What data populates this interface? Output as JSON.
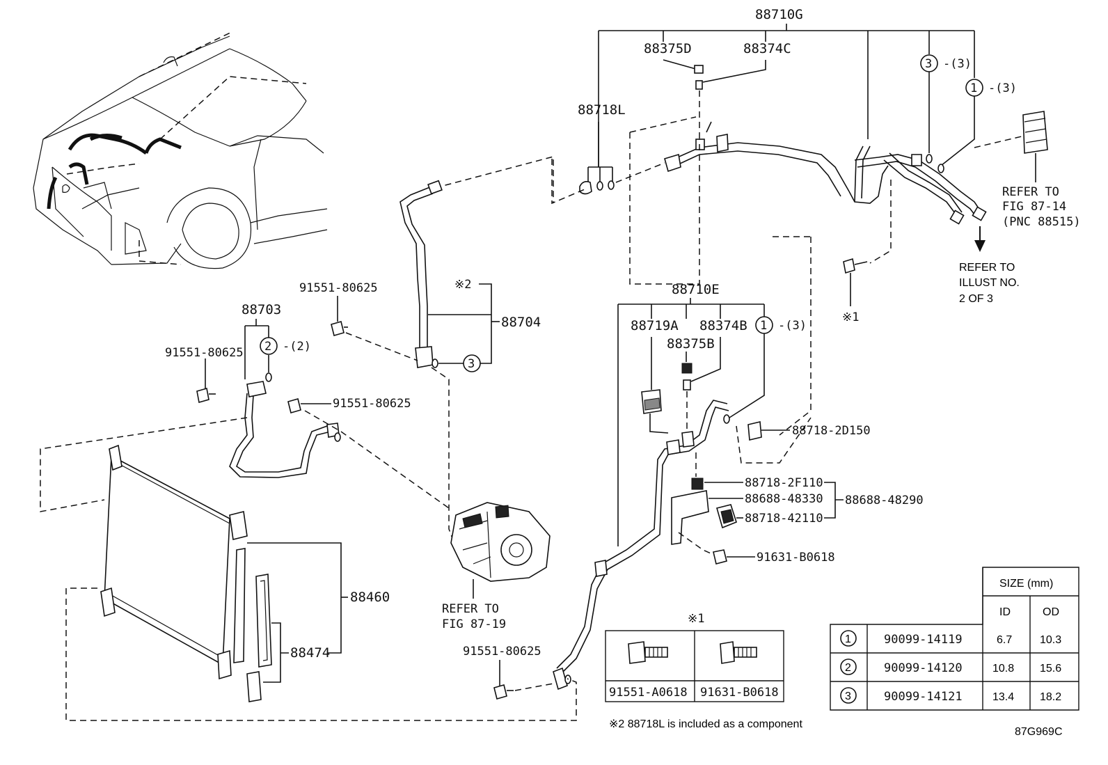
{
  "labels": {
    "p88710G": "88710G",
    "p88375D": "88375D",
    "p88374C": "88374C",
    "p88718L": "88718L",
    "ring3_top": "3",
    "ring3_top_qty": "-(3)",
    "ring1_top": "1",
    "ring1_top_qty": "-(3)",
    "refer_fig_87_14_line1": "REFER TO",
    "refer_fig_87_14_line2": "FIG 87-14",
    "refer_fig_87_14_line3": "(PNC 88515)",
    "refer_illust_line1": "REFER TO",
    "refer_illust_line2": "ILLUST NO.",
    "refer_illust_line3": "2 OF 3",
    "note1_mark": "※1",
    "p88710E": "88710E",
    "p88719A": "88719A",
    "p88374B": "88374B",
    "p88375B": "88375B",
    "ring1_mid": "1",
    "ring1_mid_qty": "-(3)",
    "p88718_2D150": "88718-2D150",
    "p88718_2F110": "88718-2F110",
    "p88688_48330": "88688-48330",
    "p88688_48290": "88688-48290",
    "p88718_42110": "88718-42110",
    "p91631_B0618_bolt": "91631-B0618",
    "p91551_80625_a": "91551-80625",
    "p91551_80625_b": "91551-80625",
    "p91551_80625_c": "91551-80625",
    "p91551_80625_d": "91551-80625",
    "note2_mark": "※2",
    "p88704": "88704",
    "ring3_mid": "3",
    "p88703": "88703",
    "ring2": "2",
    "ring2_qty": "-(2)",
    "refer_fig_87_19_line1": "REFER TO",
    "refer_fig_87_19_line2": "FIG 87-19",
    "p88460": "88460",
    "p88474": "88474",
    "bolt_table_title": "※1",
    "bolt_a": "91551-A0618",
    "bolt_b": "91631-B0618",
    "footnote": "※2 88718L is included as a component",
    "figure_code": "87G969C"
  },
  "size_table": {
    "title": "SIZE (mm)",
    "col_id": "ID",
    "col_od": "OD",
    "rows": [
      {
        "ref": "1",
        "part": "90099-14119",
        "id": "6.7",
        "od": "10.3"
      },
      {
        "ref": "2",
        "part": "90099-14120",
        "id": "10.8",
        "od": "15.6"
      },
      {
        "ref": "3",
        "part": "90099-14121",
        "id": "13.4",
        "od": "18.2"
      }
    ]
  }
}
